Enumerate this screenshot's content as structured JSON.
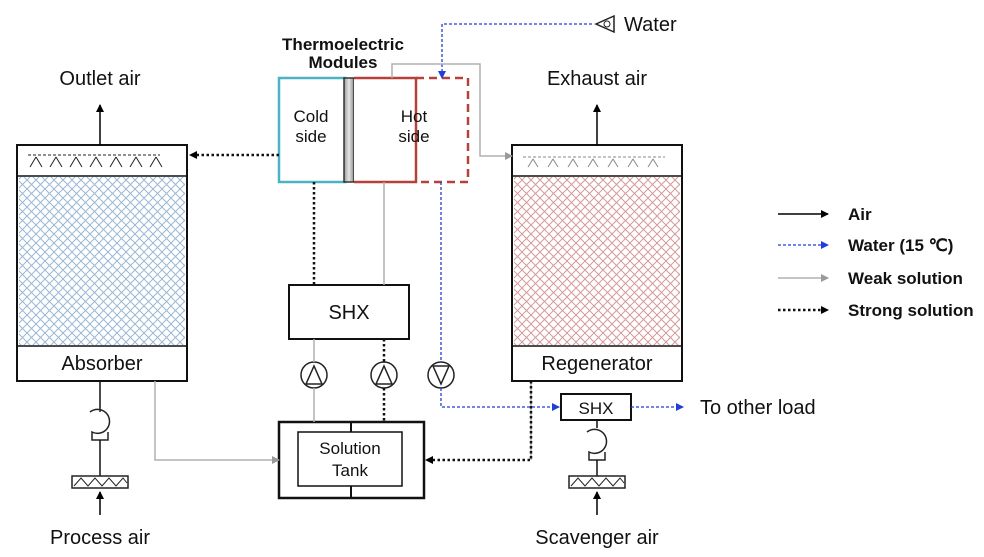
{
  "labels": {
    "water_in": "Water",
    "thermo_modules_line1": "Thermoelectric",
    "thermo_modules_line2": "Modules",
    "outlet_air": "Outlet air",
    "exhaust_air": "Exhaust air",
    "cold_side_line1": "Cold",
    "cold_side_line2": "side",
    "hot_side_line1": "Hot",
    "hot_side_line2": "side",
    "absorber": "Absorber",
    "regenerator": "Regenerator",
    "shx_center": "SHX",
    "shx_right": "SHX",
    "to_other_load": "To other load",
    "solution_tank_line1": "Solution",
    "solution_tank_line2": "Tank",
    "process_air": "Process air",
    "scavenger_air": "Scavenger air"
  },
  "legend": {
    "air": "Air",
    "water": "Water (15 ℃)",
    "weak_solution": "Weak solution",
    "strong_solution": "Strong solution"
  },
  "colors": {
    "air": "#000000",
    "water": "#1f3fd6",
    "weak_solution": "#b0b0b0",
    "strong_solution": "#111111",
    "cold_side": "#4bb3c4",
    "hot_side": "#b5413a",
    "absorber_packing": "#9bb7d4",
    "regenerator_packing": "#d49a9a"
  }
}
